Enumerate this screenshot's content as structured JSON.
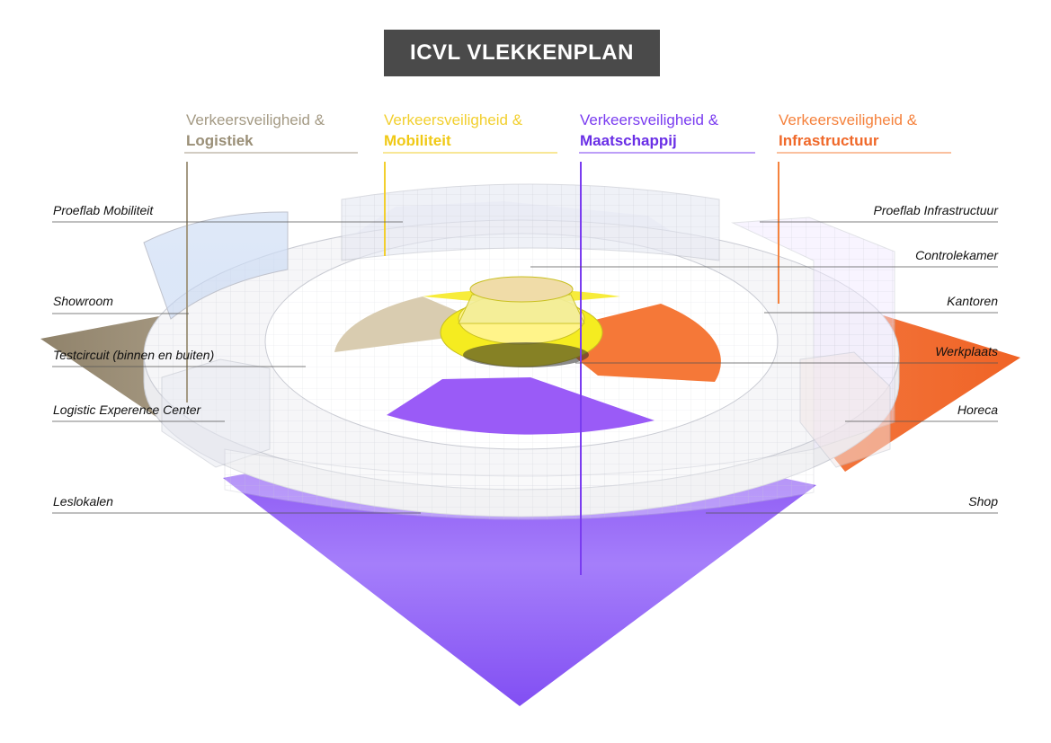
{
  "title": "ICVL VLEKKENPLAN",
  "themes": [
    {
      "line1": "Verkeersveiligheid &",
      "line2": "Logistiek",
      "color": "#a49a84",
      "line2_color": "#9a8f77"
    },
    {
      "line1": "Verkeersveiligheid &",
      "line2": "Mobiliteit",
      "color": "#f2cf2e",
      "line2_color": "#f0c915"
    },
    {
      "line1": "Verkeersveiligheid &",
      "line2": "Maatschappij",
      "color": "#7a3cf0",
      "line2_color": "#6a2fe6"
    },
    {
      "line1": "Verkeersveiligheid &",
      "line2": "Infrastructuur",
      "color": "#f5823d",
      "line2_color": "#f0692a"
    }
  ],
  "labels_left": [
    "Proeflab Mobiliteit",
    "Showroom",
    "Testcircuit (binnen en buiten)",
    "Logistic Experence Center",
    "Leslokalen"
  ],
  "labels_right": [
    "Proeflab Infrastructuur",
    "Controlekamer",
    "Kantoren",
    "Werkplaats",
    "Horeca",
    "Shop"
  ],
  "colors": {
    "logistiek": "#b6a88f",
    "mobiliteit": "#f5de2a",
    "maatschappij": "#8a4cf5",
    "infrastructuur": "#f26a2a",
    "title_bg": "#4a4a4a"
  }
}
